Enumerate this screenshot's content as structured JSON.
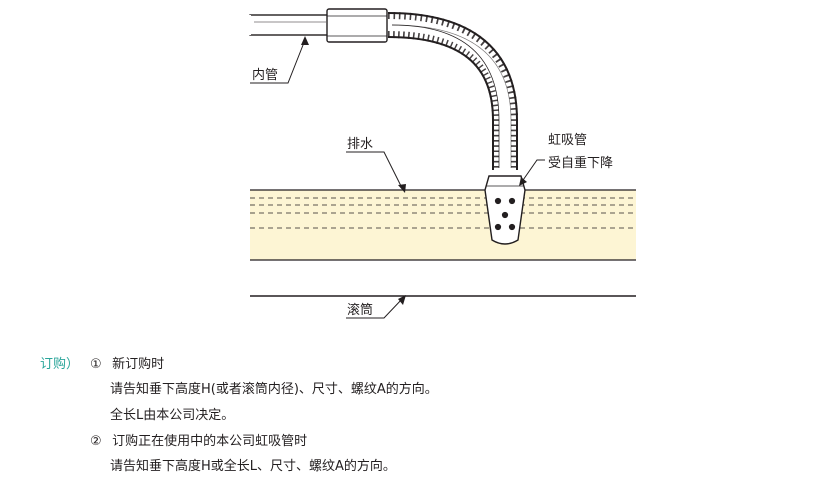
{
  "labels": {
    "inner_pipe": "内管",
    "drain": "排水",
    "siphon_line1": "虹吸管",
    "siphon_line2": "受自重下降",
    "drum": "滚筒"
  },
  "ordering": {
    "heading": "订购）",
    "item1": {
      "marker": "①",
      "title": "新订购时",
      "lines": [
        "请告知垂下高度H(或者滚筒内径)、尺寸、螺纹A的方向。",
        "全长L由本公司决定。"
      ]
    },
    "item2": {
      "marker": "②",
      "title": "订购正在使用中的本公司虹吸管时",
      "lines": [
        "请告知垂下高度H或全长L、尺寸、螺纹A的方向。"
      ]
    }
  },
  "colors": {
    "water_fill": "#fdf5d4",
    "line": "#231f20",
    "heading_accent": "#2aa59a"
  }
}
